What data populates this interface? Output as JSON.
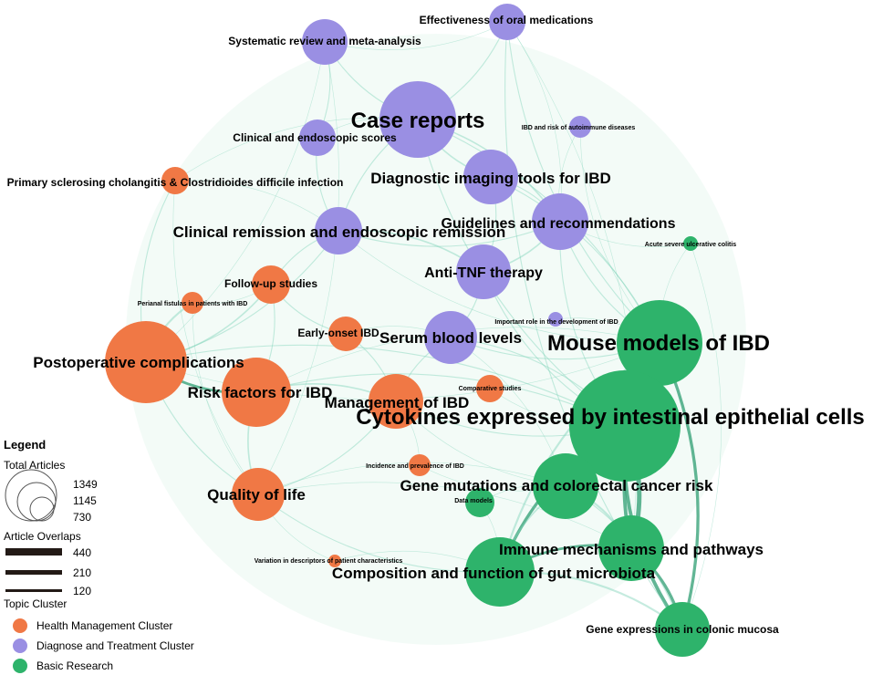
{
  "colors": {
    "health_management": "#F07845",
    "diagnose_treatment": "#9A8FE3",
    "basic_research": "#2EB36B",
    "edge": "#7FD2B8",
    "edge_dark": "#2E9E72",
    "overlap_bar": "#231A16"
  },
  "nodes": [
    {
      "id": "effectiveness-oral",
      "label": "Effectiveness of oral medications",
      "cluster": "diagnose_treatment"
    },
    {
      "id": "systematic-review",
      "label": "Systematic review and meta-analysis",
      "cluster": "diagnose_treatment"
    },
    {
      "id": "case-reports",
      "label": "Case reports",
      "cluster": "diagnose_treatment"
    },
    {
      "id": "ibd-autoimmune",
      "label": "IBD and risk of autoimmune diseases",
      "cluster": "diagnose_treatment"
    },
    {
      "id": "clinical-endoscopic-scores",
      "label": "Clinical and endoscopic scores",
      "cluster": "diagnose_treatment"
    },
    {
      "id": "diagnostic-imaging",
      "label": "Diagnostic imaging tools for IBD",
      "cluster": "diagnose_treatment"
    },
    {
      "id": "psc-cdi",
      "label": "Primary sclerosing cholangitis & Clostridioides difficile infection",
      "cluster": "health_management"
    },
    {
      "id": "guidelines",
      "label": "Guidelines and recommendations",
      "cluster": "diagnose_treatment"
    },
    {
      "id": "clinical-remission",
      "label": "Clinical remission and endoscopic remission",
      "cluster": "diagnose_treatment"
    },
    {
      "id": "acute-severe-uc",
      "label": "Acute severe ulcerative colitis",
      "cluster": "basic_research"
    },
    {
      "id": "anti-tnf",
      "label": "Anti-TNF therapy",
      "cluster": "diagnose_treatment"
    },
    {
      "id": "follow-up",
      "label": "Follow-up studies",
      "cluster": "health_management"
    },
    {
      "id": "perianal-fistulas",
      "label": "Perianal fistulas in patients with IBD",
      "cluster": "health_management"
    },
    {
      "id": "important-role",
      "label": "Important role in the development of IBD",
      "cluster": "diagnose_treatment"
    },
    {
      "id": "early-onset",
      "label": "Early-onset IBD",
      "cluster": "health_management"
    },
    {
      "id": "serum-blood",
      "label": "Serum blood levels",
      "cluster": "diagnose_treatment"
    },
    {
      "id": "mouse-models",
      "label": "Mouse models of IBD",
      "cluster": "basic_research"
    },
    {
      "id": "postoperative",
      "label": "Postoperative complications",
      "cluster": "health_management"
    },
    {
      "id": "risk-factors",
      "label": "Risk factors for IBD",
      "cluster": "health_management"
    },
    {
      "id": "comparative",
      "label": "Comparative studies",
      "cluster": "health_management"
    },
    {
      "id": "management",
      "label": "Management of IBD",
      "cluster": "health_management"
    },
    {
      "id": "cytokines",
      "label": "Cytokines expressed by intestinal epithelial cells",
      "cluster": "basic_research"
    },
    {
      "id": "incidence",
      "label": "Incidence and prevalence of IBD",
      "cluster": "health_management"
    },
    {
      "id": "gene-mutations",
      "label": "Gene mutations and colorectal cancer risk",
      "cluster": "basic_research"
    },
    {
      "id": "quality-of-life",
      "label": "Quality of life",
      "cluster": "health_management"
    },
    {
      "id": "data-models",
      "label": "Data models",
      "cluster": "basic_research"
    },
    {
      "id": "immune-mechanisms",
      "label": "Immune mechanisms and pathways",
      "cluster": "basic_research"
    },
    {
      "id": "variation-descriptors",
      "label": "Variation in descriptors of patient characteristics",
      "cluster": "health_management"
    },
    {
      "id": "gut-microbiota",
      "label": "Composition and function of gut microbiota",
      "cluster": "basic_research"
    },
    {
      "id": "gene-expressions",
      "label": "Gene expressions in colonic mucosa",
      "cluster": "basic_research"
    }
  ],
  "legend": {
    "title": "Legend",
    "total_articles_title": "Total Articles",
    "total_articles_values": [
      "1349",
      "1145",
      "730"
    ],
    "article_overlaps_title": "Article Overlaps",
    "article_overlaps_values": [
      "440",
      "210",
      "120"
    ],
    "topic_cluster_title": "Topic Cluster",
    "clusters": [
      {
        "key": "health_management",
        "label": "Health Management Cluster"
      },
      {
        "key": "diagnose_treatment",
        "label": "Diagnose and Treatment Cluster"
      },
      {
        "key": "basic_research",
        "label": "Basic Research"
      }
    ]
  }
}
